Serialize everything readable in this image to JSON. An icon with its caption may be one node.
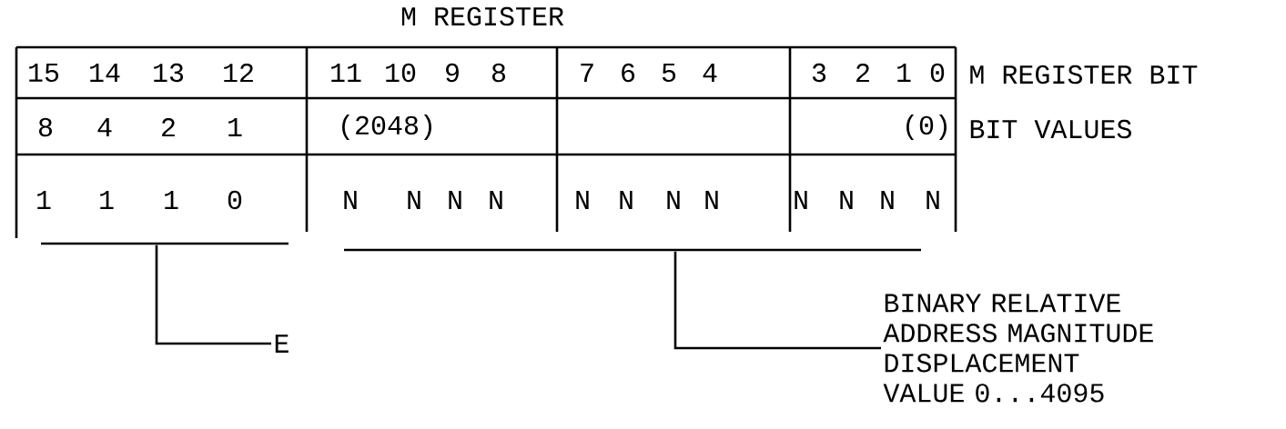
{
  "diagram": {
    "title": "M REGISTER",
    "nodes": [
      {
        "text": [],
        "shape": "bar"
      },
      {
        "text": [
          "E"
        ]
      },
      {
        "text": [],
        "shape": "bar"
      },
      {
        "text": [
          "BINARY RELATIVE ADDRESS MAGNITUDE DISPLACEMENT VALUE 0...4095"
        ]
      }
    ],
    "edges": [
      {
        "from": 0,
        "to": 1,
        "arrow": "none"
      },
      {
        "from": 2,
        "to": 3,
        "arrow": "none"
      }
    ],
    "labels": [
      "15",
      "14",
      "13",
      "12",
      "11",
      "10",
      "9",
      "8",
      "7",
      "6",
      "5",
      "4",
      "3",
      "2",
      "1",
      "0",
      "M REGISTER BIT",
      "8",
      "4",
      "2",
      "1",
      "(2048)",
      "(0)",
      "BIT VALUES",
      "1",
      "1",
      "1",
      "0",
      "N",
      "N",
      "N",
      "N",
      "N",
      "N",
      "N",
      "N",
      "N",
      "N",
      "N",
      "N"
    ]
  }
}
